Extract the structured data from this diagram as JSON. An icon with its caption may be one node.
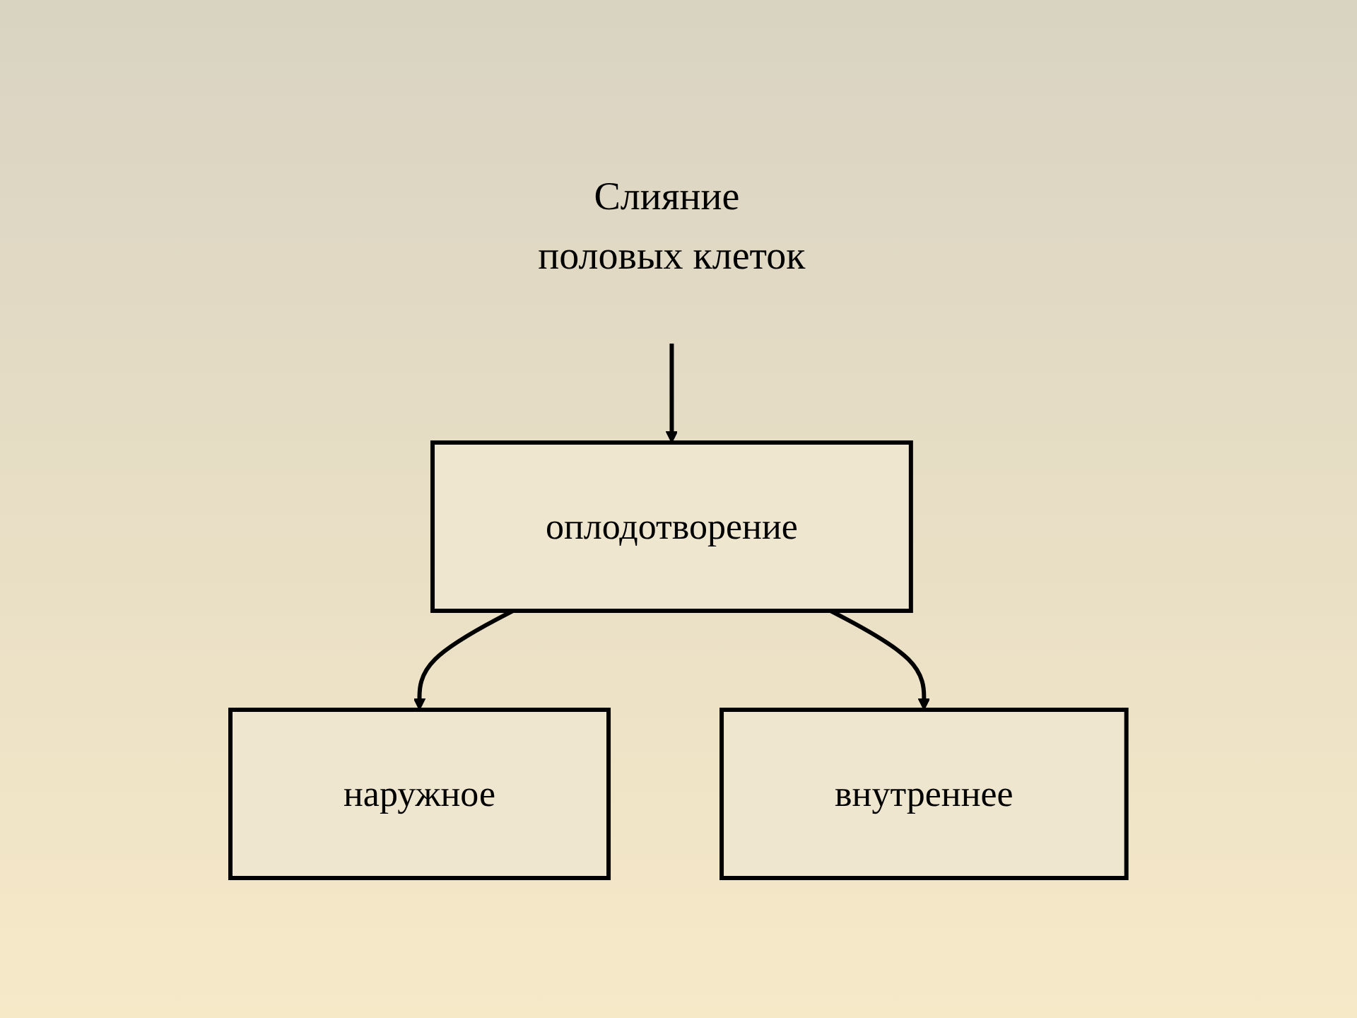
{
  "diagram": {
    "nodes": [
      {
        "text": [
          "Слияние половых клеток"
        ]
      },
      {
        "text": [
          "оплодотворение"
        ]
      },
      {
        "text": [
          "наружное"
        ]
      },
      {
        "text": [
          "внутреннее"
        ]
      }
    ],
    "edges": [
      {
        "from": 0,
        "to": 1,
        "arrow": "to"
      },
      {
        "from": 1,
        "to": 2,
        "arrow": "to"
      },
      {
        "from": 1,
        "to": 3,
        "arrow": "to"
      }
    ]
  }
}
